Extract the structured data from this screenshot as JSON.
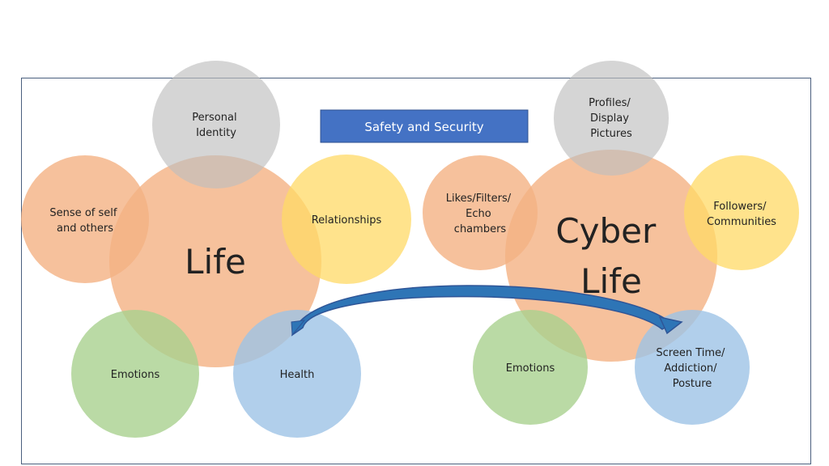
{
  "banner": {
    "label": "Safety and Security"
  },
  "life": {
    "center": "Life",
    "personal_identity": [
      "Personal",
      "Identity"
    ],
    "sense_of_self": [
      "Sense of self",
      "and others"
    ],
    "relationships": "Relationships",
    "emotions": "Emotions",
    "health": "Health"
  },
  "cyber": {
    "center": [
      "Cyber",
      "Life"
    ],
    "profiles": [
      "Profiles/",
      "Display",
      "Pictures"
    ],
    "likes": [
      "Likes/Filters/",
      "Echo",
      "chambers"
    ],
    "followers": [
      "Followers/",
      "Communities"
    ],
    "emotions": "Emotions",
    "screen_time": [
      "Screen Time/",
      "Addiction/",
      "Posture"
    ]
  },
  "colors": {
    "center": "#f4b183",
    "gray": "#bfbfbf",
    "orange": "#f4b183",
    "yellow": "#ffd966",
    "green": "#a9d18e",
    "blue": "#9dc3e6",
    "banner": "#4472c4",
    "arrow": "#2f5597"
  }
}
